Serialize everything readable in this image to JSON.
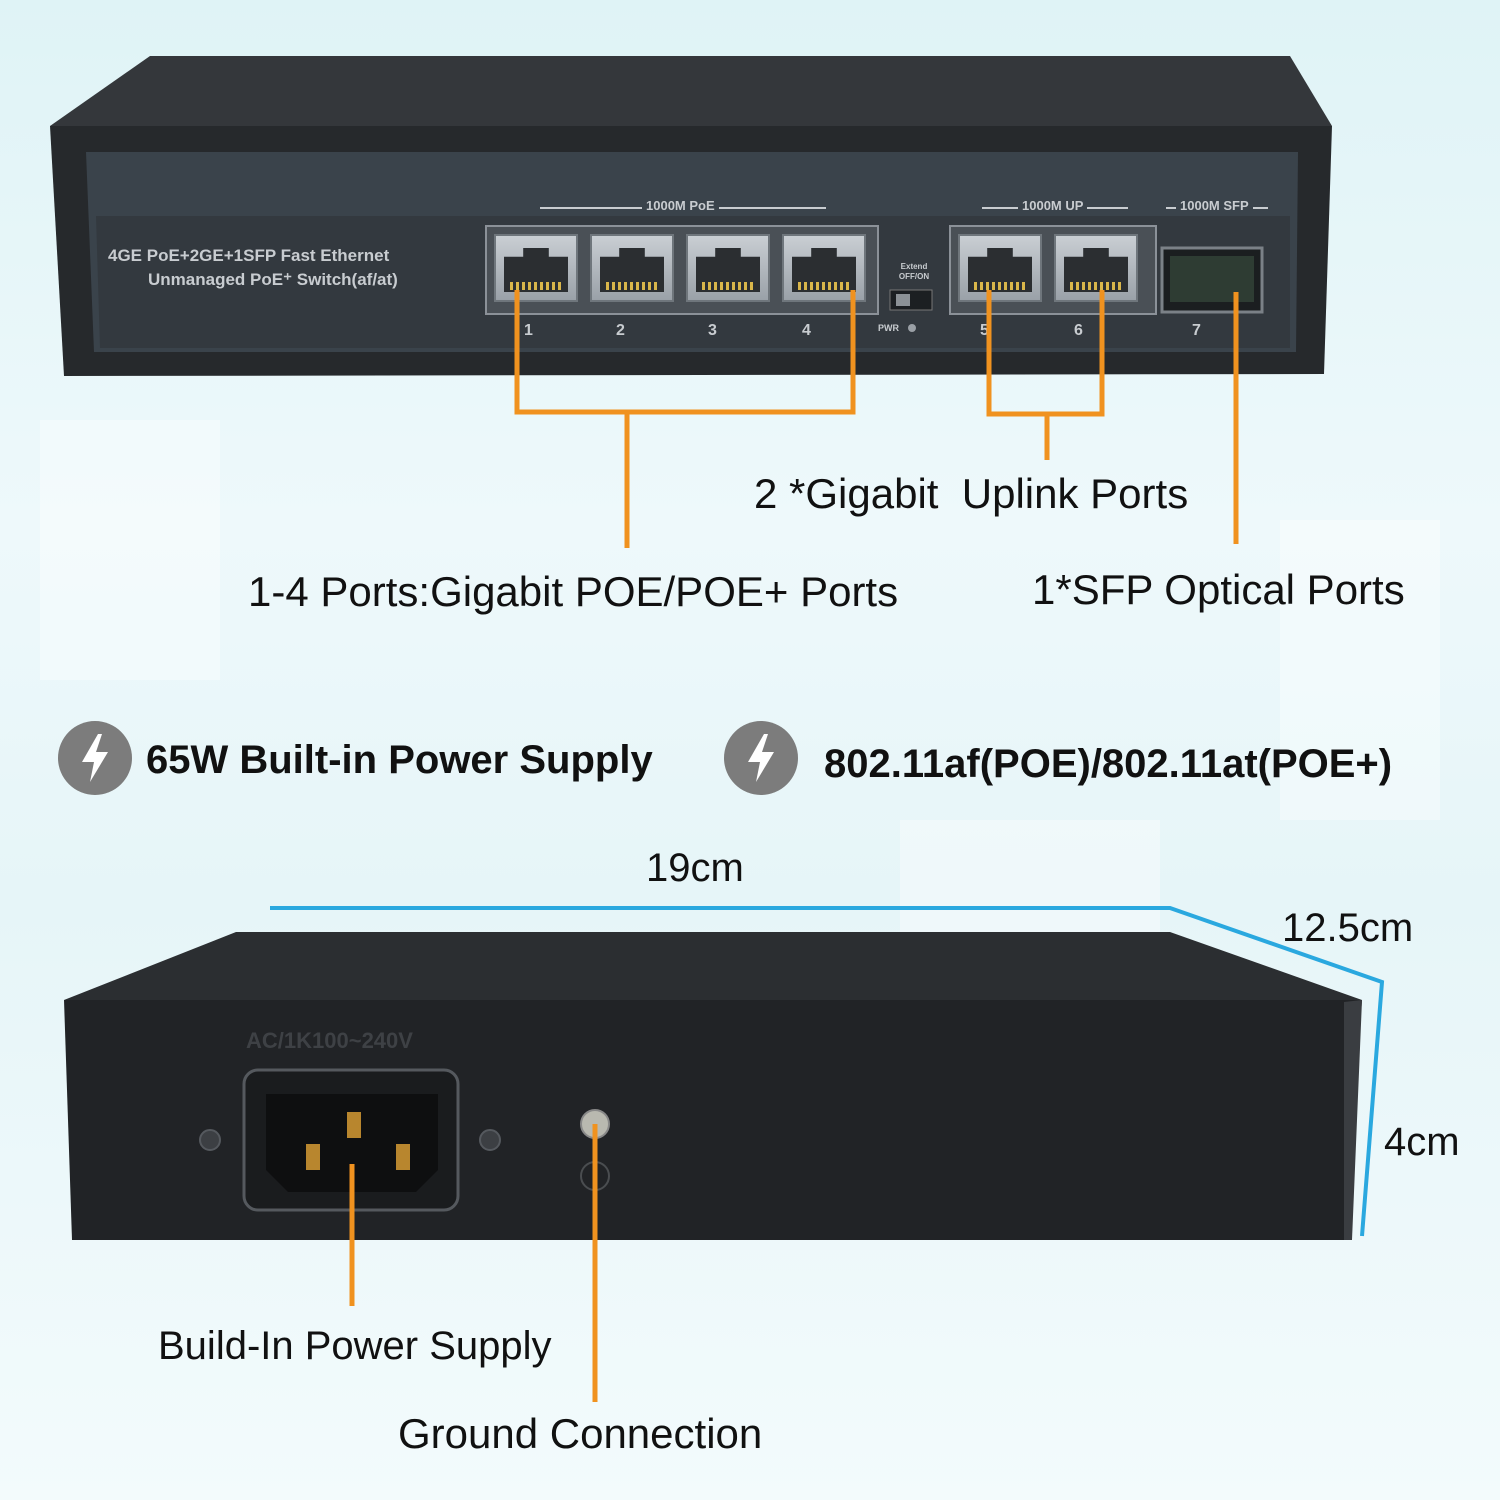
{
  "front_panel": {
    "model_line1": "4GE PoE+2GE+1SFP Fast Ethernet",
    "model_line2": "Unmanaged PoE⁺ Switch(af/at)",
    "group_poe": "1000M PoE",
    "group_uplink": "1000M UP",
    "group_sfp": "1000M SFP",
    "extend_label": "Extend OFF/ON",
    "pwr_label": "PWR",
    "port_numbers": [
      "1",
      "2",
      "3",
      "4",
      "5",
      "6",
      "7"
    ]
  },
  "callouts": {
    "uplink": "2 *Gigabit  Uplink Ports",
    "poe_ports": "1-4 Ports:Gigabit POE/POE+ Ports",
    "sfp": "1*SFP Optical Ports"
  },
  "features": [
    {
      "icon": "lightning-icon",
      "text": "65W Built-in Power Supply"
    },
    {
      "icon": "lightning-icon",
      "text": "802.11af(POE)/802.11at(POE+)"
    }
  ],
  "dimensions": {
    "width": "19cm",
    "depth": "12.5cm",
    "height": "4cm"
  },
  "rear_panel": {
    "power_rating": "AC/1K100~240V",
    "power_supply_label": "Build-In Power Supply",
    "ground_label": "Ground Connection"
  },
  "colors": {
    "callout_line": "#f0921f",
    "dimension_line": "#2aa8df",
    "device_body": "#2a2d30"
  }
}
